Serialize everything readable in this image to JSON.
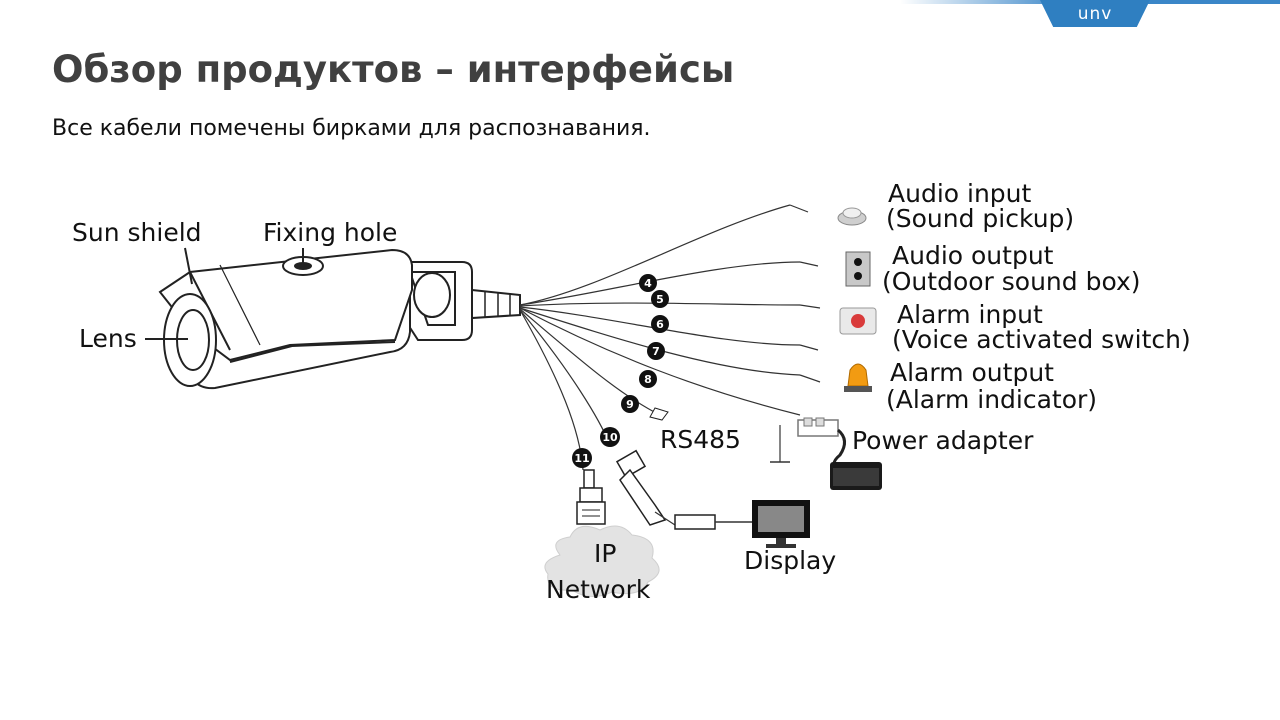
{
  "brand": {
    "logo_text": "unv",
    "accent": "#2f7fc1"
  },
  "title": "Обзор продуктов – интерфейсы",
  "subtitle": "Все кабели помечены бирками для распознавания.",
  "labels": {
    "sun_shield": "Sun shield",
    "fixing_hole": "Fixing hole",
    "lens": "Lens",
    "rs485": "RS485",
    "power_adapter": "Power adapter",
    "display": "Display",
    "ip": "IP",
    "network": "Network"
  },
  "interfaces": [
    {
      "line1": "Audio input",
      "line2": "(Sound pickup)",
      "icon": "microphone-icon"
    },
    {
      "line1": "Audio output",
      "line2": "(Outdoor sound box)",
      "icon": "speaker-icon"
    },
    {
      "line1": "Alarm input",
      "line2": "(Voice activated switch)",
      "icon": "alarm-switch-icon"
    },
    {
      "line1": "Alarm output",
      "line2": "(Alarm indicator)",
      "icon": "alarm-light-icon"
    }
  ],
  "cable_numbers": [
    "4",
    "5",
    "6",
    "7",
    "8",
    "9",
    "10",
    "11"
  ]
}
